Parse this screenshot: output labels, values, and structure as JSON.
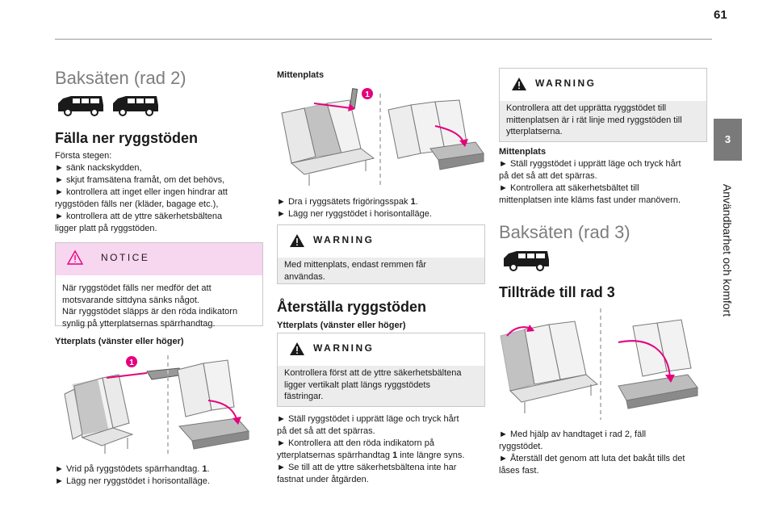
{
  "page": {
    "number": "61"
  },
  "sidebar": {
    "chapter_number": "3",
    "chapter_title": "Användbarhet och komfort"
  },
  "col1": {
    "heading": "Baksäten (rad 2)",
    "subheading": "Fälla ner ryggstöden",
    "lines": [
      "Första stegen:",
      "► sänk nackskydden,",
      "► skjut framsätena framåt, om det behövs,",
      "► kontrollera att inget eller ingen hindrar att",
      "ryggstöden fälls ner (kläder, bagage etc.),",
      "► kontrollera att de yttre säkerhetsbältena",
      "ligger platt på ryggstöden."
    ],
    "notice": {
      "title": "NOTICE",
      "lines": [
        "När ryggstödet fälls ner medför det att",
        "motsvarande sittdyna sänks något.",
        "När ryggstödet släpps är den röda indikatorn",
        "synlig på ytterplatsernas spärrhandtag."
      ]
    },
    "outer_title": "Ytterplats (vänster eller höger)",
    "callout": "1",
    "steps": [
      {
        "pre": "► Vrid på ryggstödets spärrhandtag. ",
        "bold": "1",
        "post": "."
      },
      {
        "pre": "► Lägg ner ryggstödet i horisontalläge.",
        "bold": "",
        "post": ""
      }
    ]
  },
  "col2": {
    "middle_title": "Mittenplats",
    "callout": "1",
    "steps": [
      {
        "pre": "► Dra i ryggsätets frigöringsspak ",
        "bold": "1",
        "post": "."
      },
      {
        "pre": "► Lägg ner ryggstödet i horisontalläge.",
        "bold": "",
        "post": ""
      }
    ],
    "warning1": {
      "title": "WARNING",
      "lines": [
        "Med mittenplats, endast remmen får",
        "användas."
      ]
    },
    "heading": "Återställa ryggstöden",
    "outer_title": "Ytterplats (vänster eller höger)",
    "warning2": {
      "title": "WARNING",
      "lines": [
        "Kontrollera först att de yttre säkerhetsbältena",
        "ligger vertikalt platt längs ryggstödets",
        "fästringar."
      ]
    },
    "lines": [
      {
        "pre": "► Ställ ryggstödet i upprätt läge och tryck hårt",
        "bold": "",
        "post": ""
      },
      {
        "pre": "på det så att det spärras.",
        "bold": "",
        "post": ""
      },
      {
        "pre": "► Kontrollera att den röda indikatorn på",
        "bold": "",
        "post": ""
      },
      {
        "pre": "ytterplatsernas spärrhandtag ",
        "bold": "1",
        "post": " inte längre syns."
      },
      {
        "pre": "► Se till att de yttre säkerhetsbältena inte har",
        "bold": "",
        "post": ""
      },
      {
        "pre": "fastnat under åtgärden.",
        "bold": "",
        "post": ""
      }
    ]
  },
  "col3": {
    "warning": {
      "title": "WARNING",
      "lines": [
        "Kontrollera att det upprätta ryggstödet till",
        "mittenplatsen är i rät linje med ryggstöden till",
        "ytterplatserna."
      ]
    },
    "middle_title": "Mittenplats",
    "middle_lines": [
      "► Ställ ryggstödet i upprätt läge och tryck hårt",
      "på det så att det spärras.",
      "► Kontrollera att säkerhetsbältet till",
      "mittenplatsen inte kläms fast under manövern."
    ],
    "heading": "Baksäten (rad 3)",
    "subheading": "Tillträde till rad 3",
    "lines": [
      "► Med hjälp av handtaget i rad 2, fäll",
      "ryggstödet.",
      "► Återställ det genom att luta det bakåt tills det",
      "låses fast."
    ]
  },
  "colors": {
    "accent": "#e5007e",
    "notice_bg": "#f7d6ef",
    "box_bg": "#ececec",
    "tab": "#7a7a7a"
  }
}
